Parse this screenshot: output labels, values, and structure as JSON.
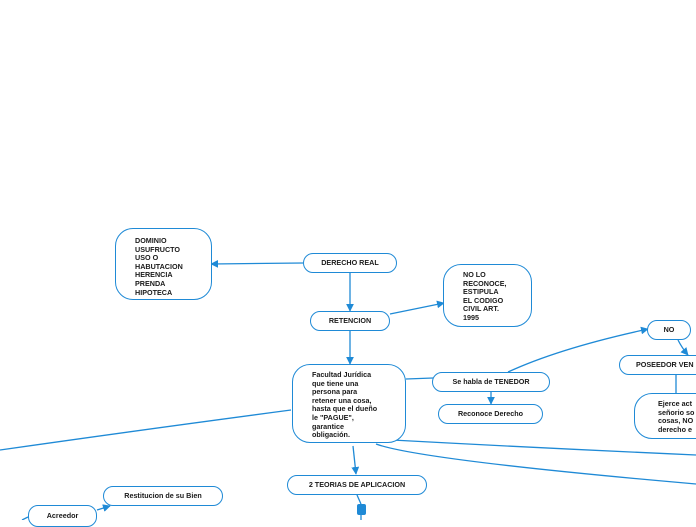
{
  "diagram": {
    "edge_color": "#1f8ad6",
    "nodes": {
      "derecho_real": "DERECHO REAL",
      "dominio_list": "DOMINIO\nUSUFRUCTO\nUSO O\nHABUTACION\nHERENCIA\nPRENDA\nHIPOTECA",
      "retencion": "RETENCION",
      "no_lo_reconoce": "NO LO\nRECONOCE,\nESTIPULA\nEL CODIGO\nCIVIL ART.\n1995",
      "facultad": "Facultad Jurídica\nque tiene una\npersona para\nretener una cosa,\nhasta que el dueño\nle \"PAGUE\",\ngarantice\nobligación.",
      "se_habla_tenedor": "Se habla de TENEDOR",
      "reconoce_derecho": "Reconoce Derecho",
      "no": "NO",
      "poseedor_vencido": "POSEEDOR VEN",
      "ejerce_actos": "Ejerce act\nseñorio so\ncosas, NO\nderecho e",
      "dos_teorias": "2 TEORIAS DE APLICACION",
      "restitucion": "Restitucion de su Bien",
      "acreedor": "Acreedor"
    }
  }
}
